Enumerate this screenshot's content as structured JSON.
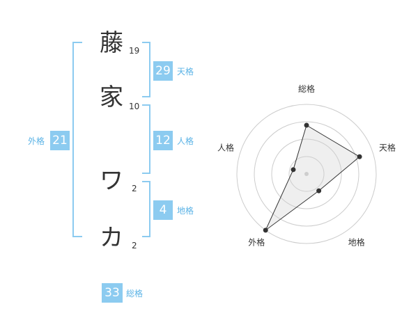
{
  "name": {
    "chars": [
      "藤",
      "家",
      "ワ",
      "カ"
    ],
    "strokes": [
      "19",
      "10",
      "2",
      "2"
    ]
  },
  "fortunes": {
    "tenkaku": {
      "value": "29",
      "label": "天格"
    },
    "jinkaku": {
      "value": "12",
      "label": "人格"
    },
    "chikaku": {
      "value": "4",
      "label": "地格"
    },
    "gaikaku": {
      "value": "21",
      "label": "外格"
    },
    "soukaku": {
      "value": "33",
      "label": "総格"
    }
  },
  "colors": {
    "accent": "#8ccbf0",
    "label": "#5bb3e6",
    "text": "#333333"
  },
  "chart_data": {
    "type": "radar",
    "axes": [
      "総格",
      "天格",
      "地格",
      "外格",
      "人格"
    ],
    "values": [
      0.7,
      0.8,
      0.3,
      1.0,
      0.2
    ],
    "rings": 4,
    "max": 1.0
  }
}
